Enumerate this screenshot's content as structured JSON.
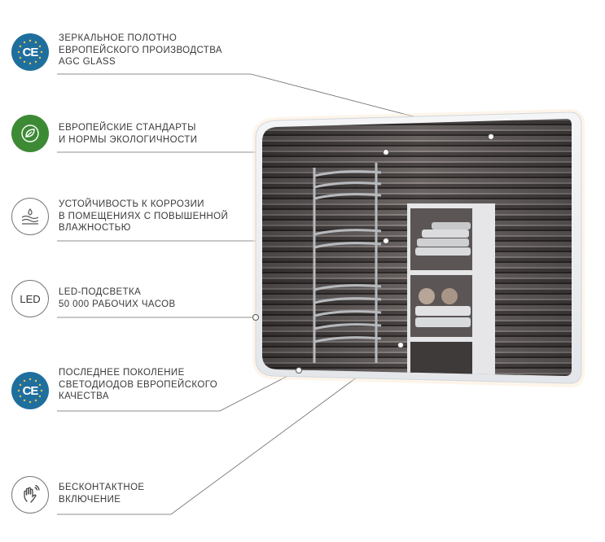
{
  "features": [
    {
      "id": "mirror-glass",
      "icon": "ce-icon",
      "lines": [
        "ЗЕРКАЛЬНОЕ  ПОЛОТНО",
        "ЕВРОПЕЙСКОГО ПРОИЗВОДСТВА",
        "AGC GLASS"
      ]
    },
    {
      "id": "eco-standards",
      "icon": "leaf-icon",
      "lines": [
        "ЕВРОПЕЙСКИЕ СТАНДАРТЫ",
        "И НОРМЫ ЭКОЛОГИЧНОСТИ"
      ]
    },
    {
      "id": "corrosion",
      "icon": "moisture-icon",
      "lines": [
        "УСТОЙЧИВОСТЬ К КОРРОЗИИ",
        "В ПОМЕЩЕНИЯХ С ПОВЫШЕННОЙ",
        "ВЛАЖНОСТЬЮ"
      ]
    },
    {
      "id": "led-backlight",
      "icon": "led-icon",
      "icon_text": "LED",
      "lines": [
        "LED-ПОДСВЕТКА",
        "50 000 РАБОЧИХ ЧАСОВ"
      ]
    },
    {
      "id": "led-generation",
      "icon": "ce-icon",
      "lines": [
        "ПОСЛЕДНЕЕ ПОКОЛЕНИЕ",
        "СВЕТОДИОДОВ ЕВРОПЕЙСКОГО",
        "КАЧЕСТВА"
      ]
    },
    {
      "id": "touchless",
      "icon": "hand-wave-icon",
      "lines": [
        "БЕСКОНТАКТНОЕ",
        "ВКЛЮЧЕНИЕ"
      ]
    }
  ],
  "ce_mark": "CE",
  "colors": {
    "ce_badge": "#1f6f9e",
    "eco_badge": "#3d8a35",
    "text": "#3a3a3a",
    "leader": "#6a6a6a"
  }
}
